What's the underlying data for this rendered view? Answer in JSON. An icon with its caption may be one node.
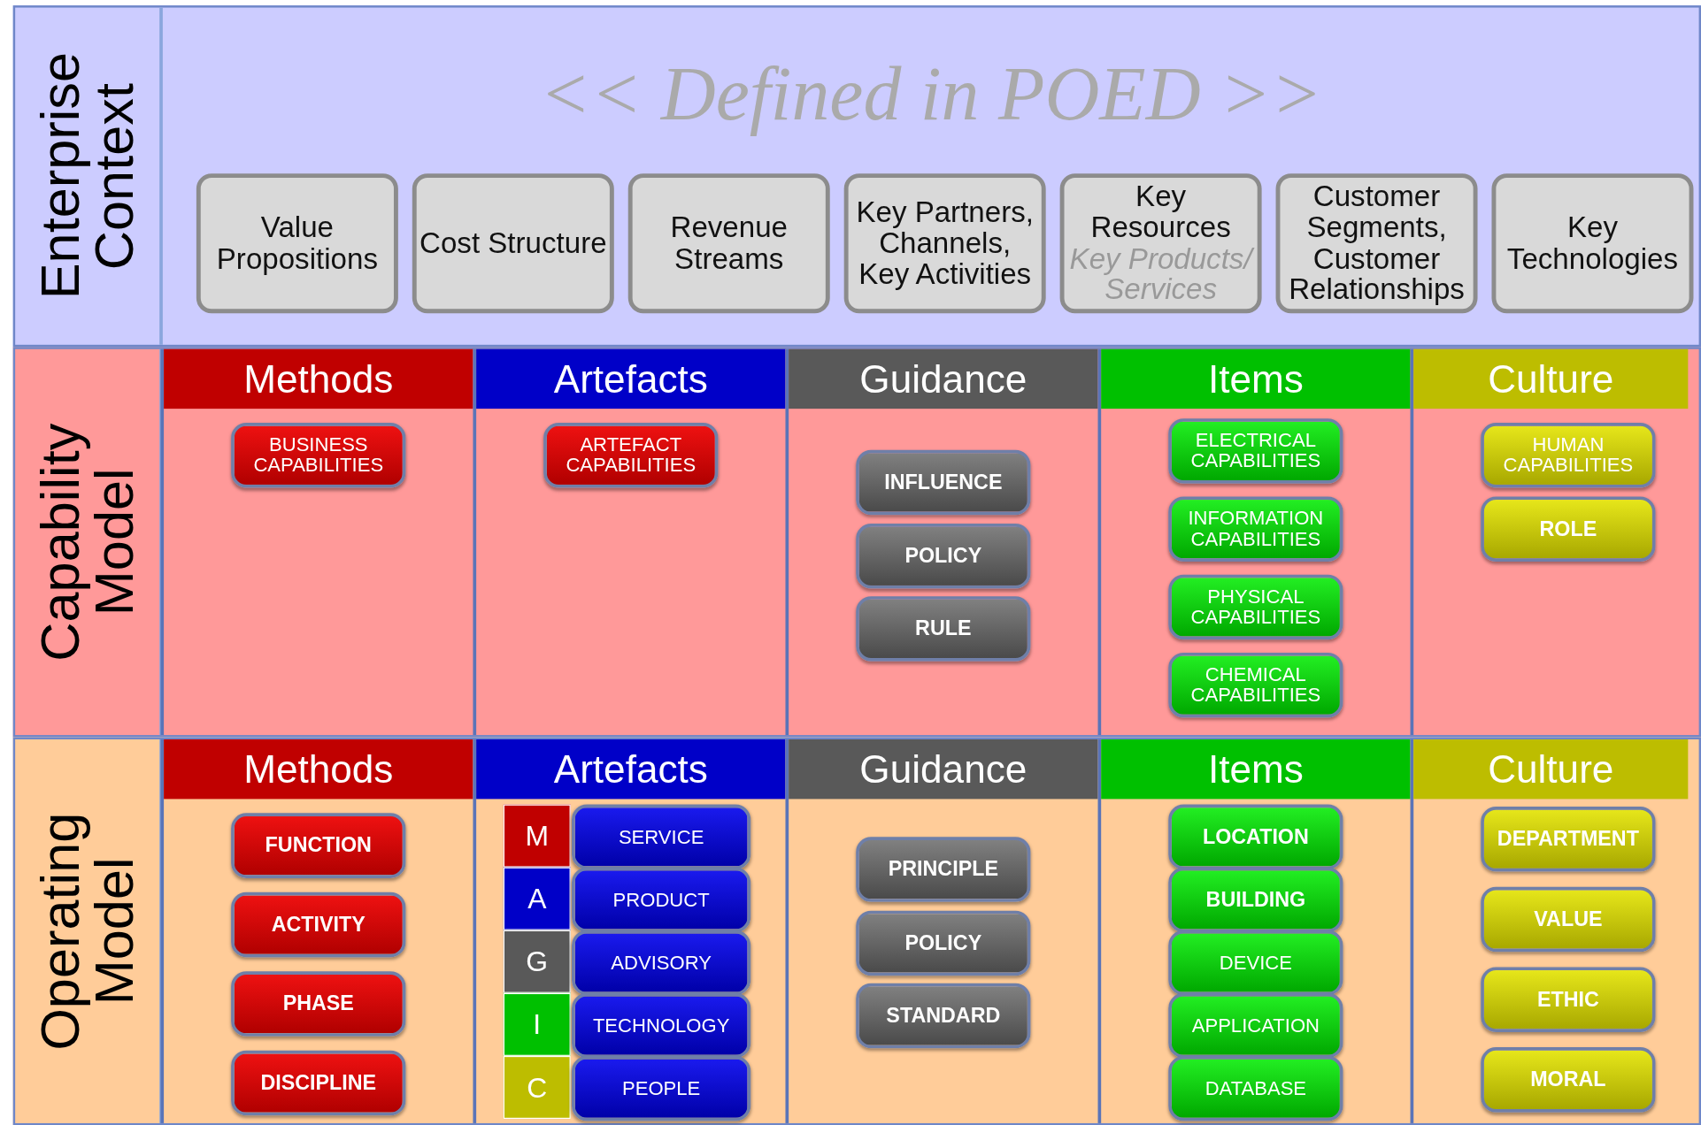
{
  "diagram": {
    "nodes": [
      {
        "text": [
          "Enterprise Context",
          "<< Defined in POED >>"
        ]
      },
      {
        "text": [
          "Value Propositions"
        ],
        "in": 0
      },
      {
        "text": [
          "Cost Structure"
        ],
        "in": 0
      },
      {
        "text": [
          "Revenue Streams"
        ],
        "in": 0
      },
      {
        "text": [
          "Key Partners, Channels, Key Activities"
        ],
        "in": 0
      },
      {
        "text": [
          "Key Resources",
          "Key Products/ Services"
        ],
        "in": 0
      },
      {
        "text": [
          "Customer Segments, Customer Relationships"
        ],
        "in": 0
      },
      {
        "text": [
          "Key Technologies"
        ],
        "in": 0
      },
      {
        "text": [
          "Capability Model"
        ]
      },
      {
        "text": [
          "Methods"
        ],
        "in": 8
      },
      {
        "text": [
          "BUSINESS CAPABILITIES"
        ],
        "in": 9
      },
      {
        "text": [
          "Artefacts"
        ],
        "in": 8
      },
      {
        "text": [
          "ARTEFACT CAPABILITIES"
        ],
        "in": 11
      },
      {
        "text": [
          "Guidance"
        ],
        "in": 8
      },
      {
        "text": [
          "INFLUENCE"
        ],
        "in": 13
      },
      {
        "text": [
          "POLICY"
        ],
        "in": 13
      },
      {
        "text": [
          "RULE"
        ],
        "in": 13
      },
      {
        "text": [
          "Items"
        ],
        "in": 8
      },
      {
        "text": [
          "ELECTRICAL CAPABILITIES"
        ],
        "in": 17
      },
      {
        "text": [
          "INFORMATION CAPABILITIES"
        ],
        "in": 17
      },
      {
        "text": [
          "PHYSICAL CAPABILITIES"
        ],
        "in": 17
      },
      {
        "text": [
          "CHEMICAL CAPABILITIES"
        ],
        "in": 17
      },
      {
        "text": [
          "Culture"
        ],
        "in": 8
      },
      {
        "text": [
          "HUMAN CAPABILITIES"
        ],
        "in": 22
      },
      {
        "text": [
          "ROLE"
        ],
        "in": 22
      },
      {
        "text": [
          "Operating Model"
        ]
      },
      {
        "text": [
          "Methods"
        ],
        "in": 25
      },
      {
        "text": [
          "FUNCTION"
        ],
        "in": 26
      },
      {
        "text": [
          "ACTIVITY"
        ],
        "in": 26
      },
      {
        "text": [
          "PHASE"
        ],
        "in": 26
      },
      {
        "text": [
          "DISCIPLINE"
        ],
        "in": 26
      },
      {
        "text": [
          "Artefacts"
        ],
        "in": 25
      },
      {
        "text": [
          "M"
        ],
        "in": 31
      },
      {
        "text": [
          "SERVICE"
        ],
        "in": 31
      },
      {
        "text": [
          "A"
        ],
        "in": 31
      },
      {
        "text": [
          "PRODUCT"
        ],
        "in": 31
      },
      {
        "text": [
          "G"
        ],
        "in": 31
      },
      {
        "text": [
          "ADVISORY"
        ],
        "in": 31
      },
      {
        "text": [
          "I"
        ],
        "in": 31
      },
      {
        "text": [
          "TECHNOLOGY"
        ],
        "in": 31
      },
      {
        "text": [
          "C"
        ],
        "in": 31
      },
      {
        "text": [
          "PEOPLE"
        ],
        "in": 31
      },
      {
        "text": [
          "Guidance"
        ],
        "in": 25
      },
      {
        "text": [
          "PRINCIPLE"
        ],
        "in": 42
      },
      {
        "text": [
          "POLICY"
        ],
        "in": 42
      },
      {
        "text": [
          "STANDARD"
        ],
        "in": 42
      },
      {
        "text": [
          "Items"
        ],
        "in": 25
      },
      {
        "text": [
          "LOCATION"
        ],
        "in": 46
      },
      {
        "text": [
          "BUILDING"
        ],
        "in": 46
      },
      {
        "text": [
          "DEVICE"
        ],
        "in": 46
      },
      {
        "text": [
          "APPLICATION"
        ],
        "in": 46
      },
      {
        "text": [
          "DATABASE"
        ],
        "in": 46
      },
      {
        "text": [
          "Culture"
        ],
        "in": 25
      },
      {
        "text": [
          "DEPARTMENT"
        ],
        "in": 52
      },
      {
        "text": [
          "VALUE"
        ],
        "in": 52
      },
      {
        "text": [
          "ETHIC"
        ],
        "in": 52
      },
      {
        "text": [
          "MORAL"
        ],
        "in": 52
      }
    ]
  }
}
